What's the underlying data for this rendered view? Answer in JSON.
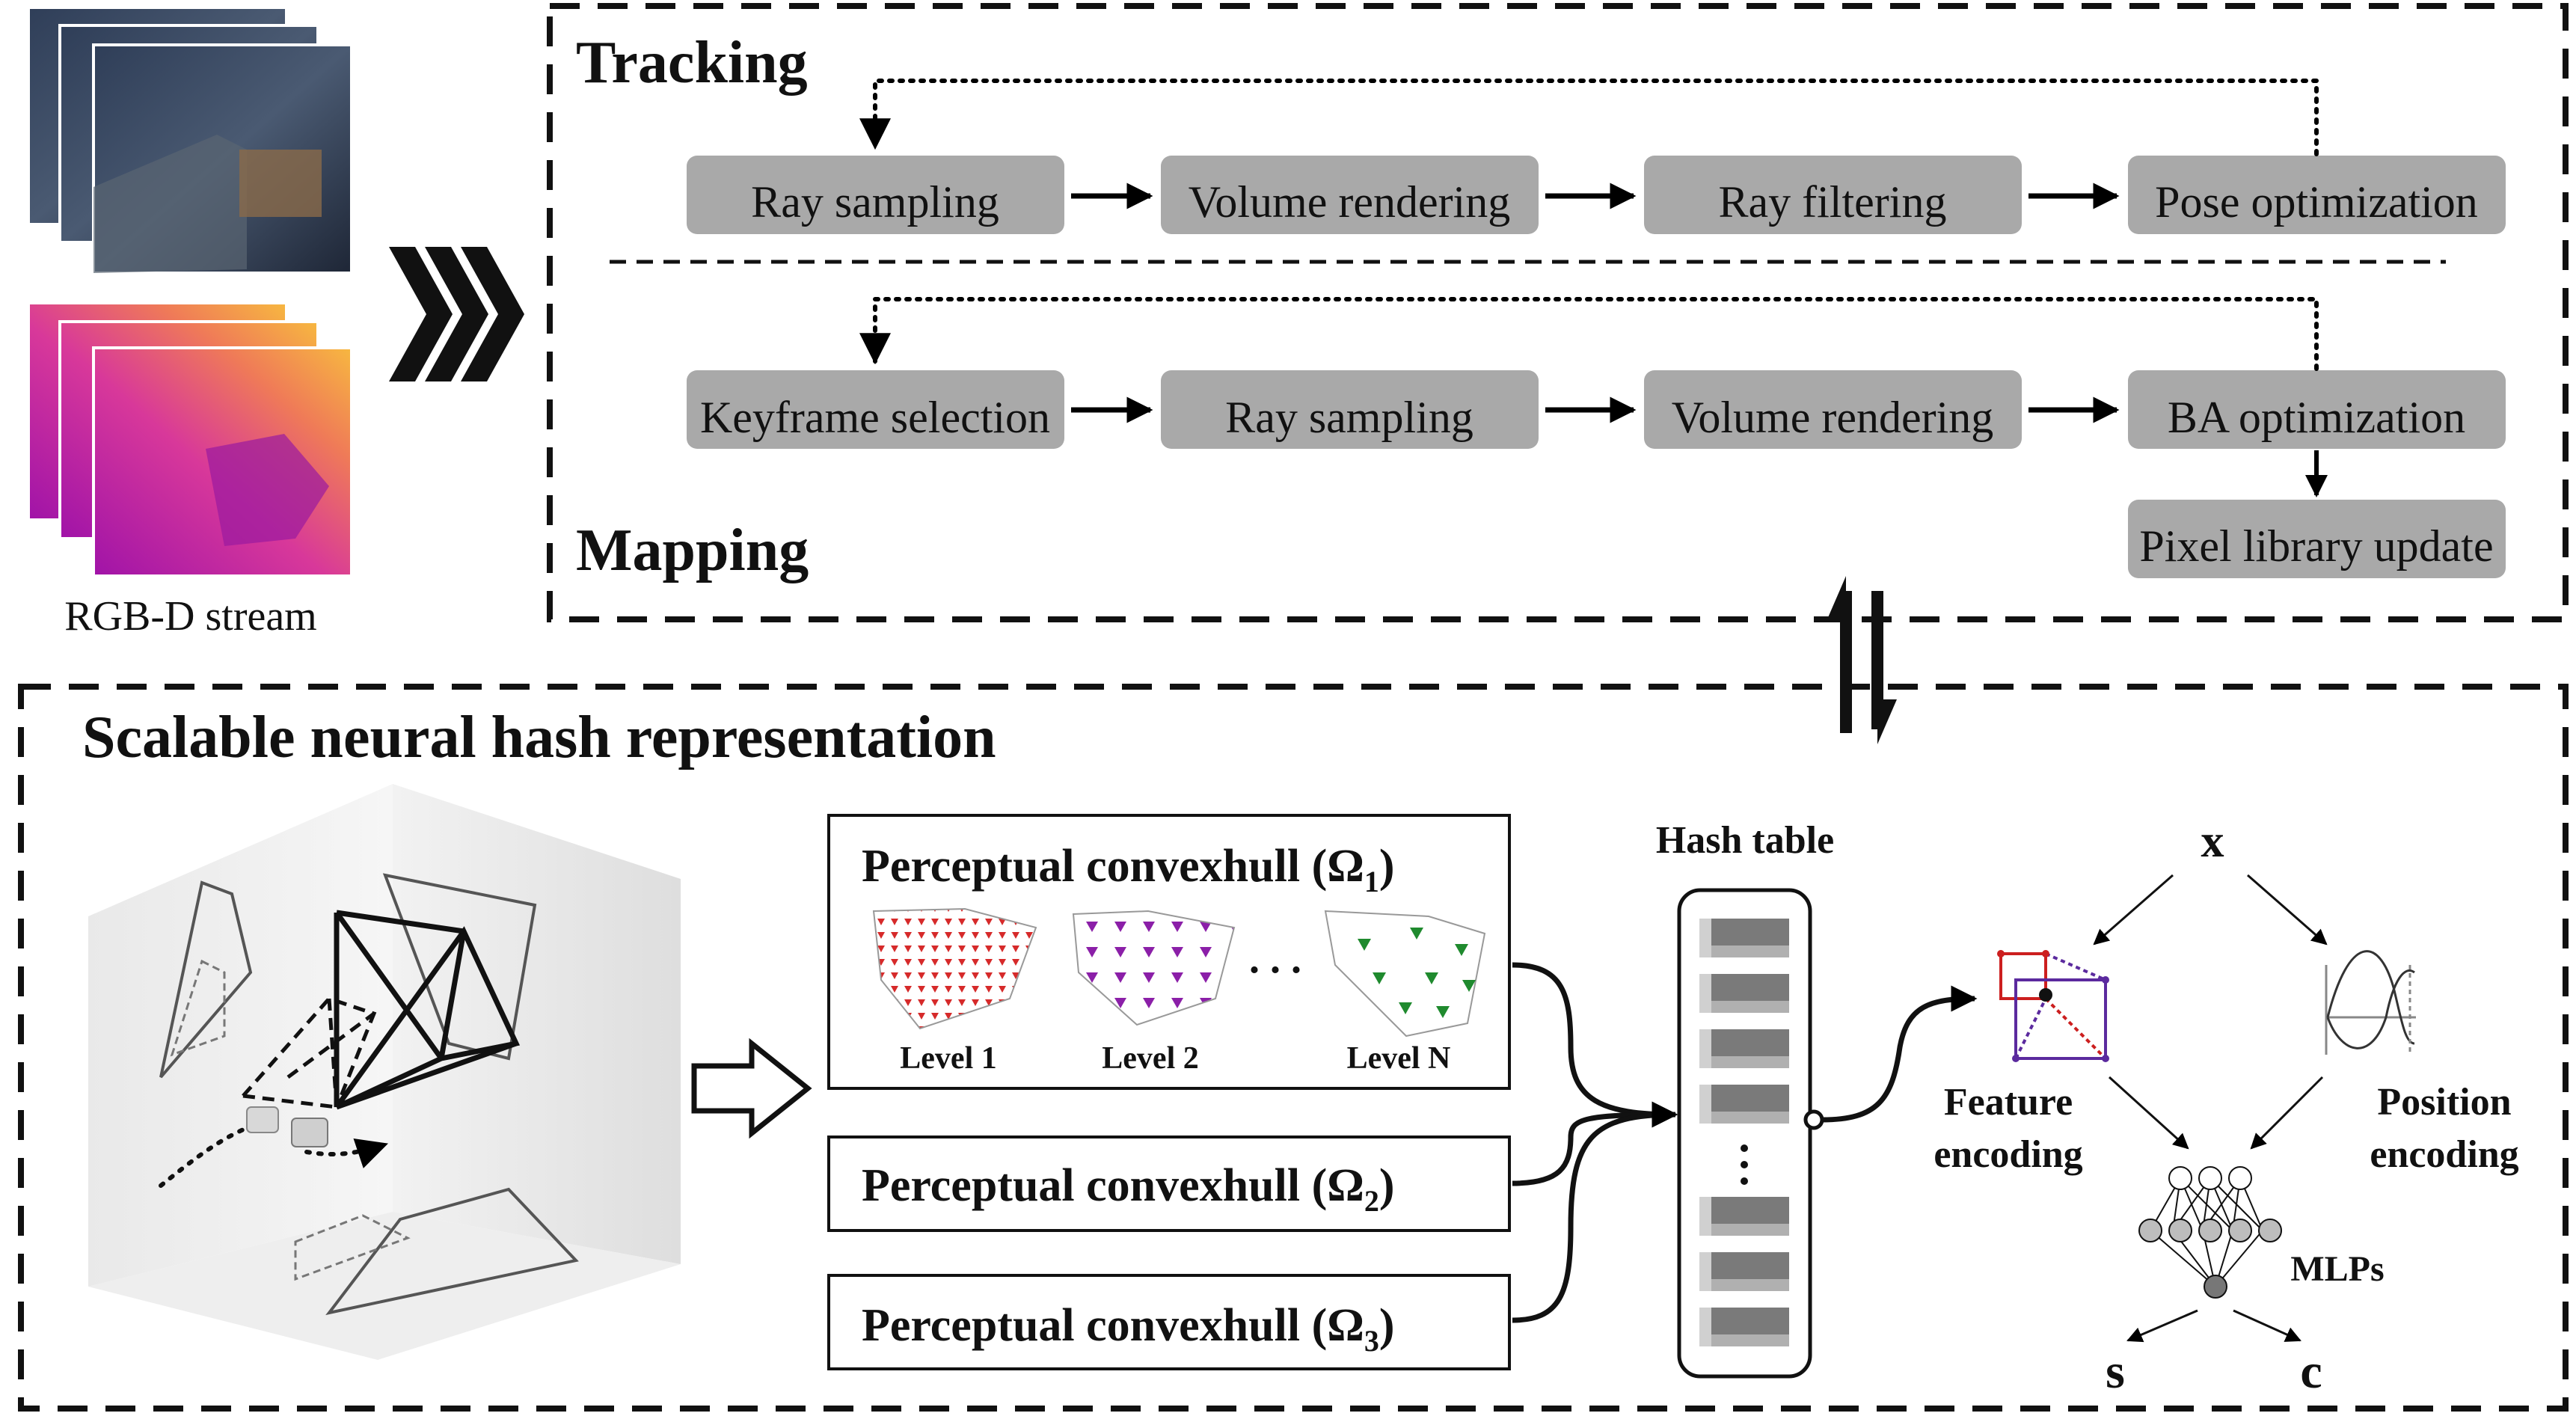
{
  "rgbd": {
    "label": "RGB-D stream"
  },
  "tracking": {
    "title": "Tracking",
    "steps": [
      "Ray sampling",
      "Volume rendering",
      "Ray filtering",
      "Pose optimization"
    ]
  },
  "mapping": {
    "title": "Mapping",
    "steps": [
      "Keyframe selection",
      "Ray sampling",
      "Volume rendering",
      "BA optimization"
    ],
    "extra_step": "Pixel library update"
  },
  "representation": {
    "title": "Scalable neural hash representation",
    "convexhulls": [
      {
        "label": "Perceptual convexhull (",
        "symbol": "Ω",
        "sub": "1",
        "close": ")"
      },
      {
        "label": "Perceptual convexhull (",
        "symbol": "Ω",
        "sub": "2",
        "close": ")"
      },
      {
        "label": "Perceptual convexhull (",
        "symbol": "Ω",
        "sub": "3",
        "close": ")"
      }
    ],
    "levels": [
      "Level 1",
      "Level 2",
      "Level N"
    ],
    "ellipsis": ". . .",
    "hash_table_label": "Hash table",
    "input_symbol": "x",
    "feature_encoding": [
      "Feature",
      "encoding"
    ],
    "position_encoding": [
      "Position",
      "encoding"
    ],
    "mlp_label": "MLPs",
    "outputs": [
      "s",
      "c"
    ]
  },
  "colors": {
    "step_box": "#a9a9a9",
    "level1": "#d62a2a",
    "level2": "#8b1fa8",
    "levelN": "#1f8a2e",
    "feature_red": "#cc1f1f",
    "feature_purple": "#5b2a9e",
    "depth_magenta": "#b31fb3",
    "depth_orange": "#f3a040"
  }
}
